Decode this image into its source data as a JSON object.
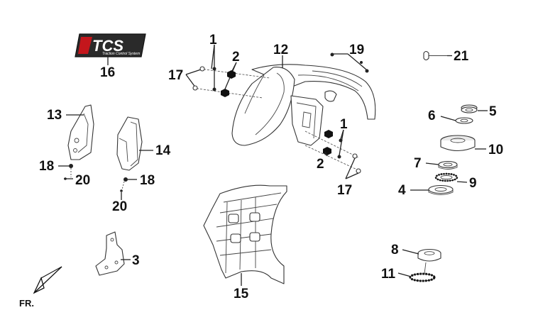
{
  "logo": {
    "text": "TCS",
    "subtitle": "Traction Control System",
    "colors": {
      "background": "#2a2a2a",
      "accent": "#c4161c"
    }
  },
  "callouts": {
    "c1a": "1",
    "c2a": "2",
    "c12": "12",
    "c19": "19",
    "c21": "21",
    "c16": "16",
    "c17a": "17",
    "c13": "13",
    "c5": "5",
    "c6": "6",
    "c1b": "1",
    "c14": "14",
    "c10": "10",
    "c18a": "18",
    "c2b": "2",
    "c7": "7",
    "c20a": "20",
    "c18b": "18",
    "c9": "9",
    "c4": "4",
    "c17b": "17",
    "c20b": "20",
    "c3": "3",
    "c8": "8",
    "c11": "11",
    "c15": "15"
  },
  "direction": {
    "label": "FR."
  },
  "icons": [
    "front-direction-arrow-icon",
    "bolt-icon",
    "nut-icon",
    "screw-icon"
  ]
}
